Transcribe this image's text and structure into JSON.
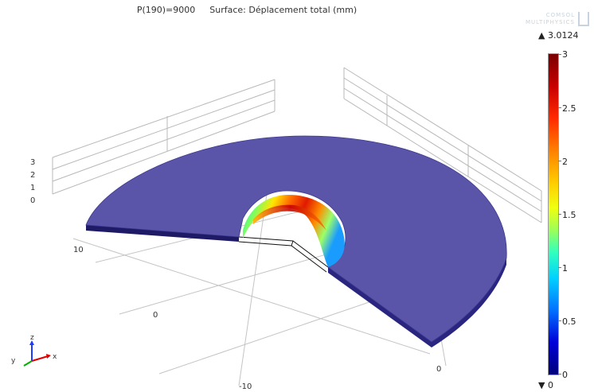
{
  "title": {
    "parameter": "P(190)=9000",
    "surface": "Surface: Déplacement total (mm)"
  },
  "logo": {
    "line1": "COMSOL",
    "line2": "MULTIPHYSICS",
    "icon": "comsol-logo-icon"
  },
  "colorbar": {
    "max_label": "▲ 3.0124",
    "min_label": "▼ 0",
    "ticks": [
      "3",
      "2.5",
      "2",
      "1.5",
      "1",
      "0.5",
      "0"
    ],
    "range": [
      0,
      3.0124
    ]
  },
  "axes": {
    "z_ticks": [
      "3",
      "2",
      "1",
      "0"
    ],
    "y_ticks": [
      "10",
      "0",
      "-10"
    ],
    "x_ticks": [
      "0"
    ]
  },
  "triad": {
    "x": "x",
    "y": "y",
    "z": "z"
  },
  "colors": {
    "plate": "#5a55a8",
    "plate_edge": "#1e1a66",
    "background": "#ffffff",
    "grid": "#b8b8b8"
  }
}
